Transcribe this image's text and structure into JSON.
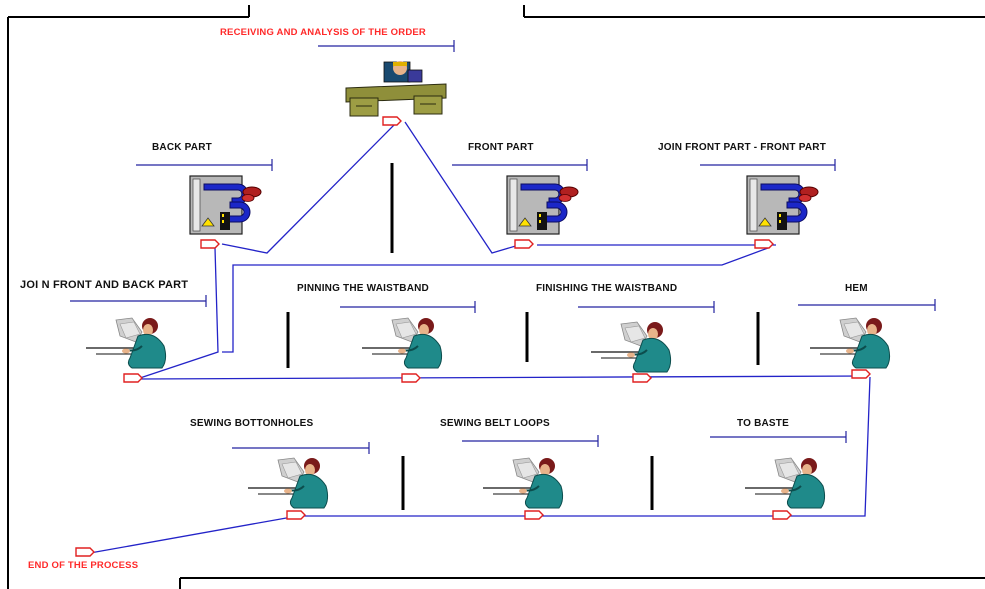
{
  "colors": {
    "flow_line": "#2323c8",
    "station_marker": "#e02020",
    "label_text": "#111111",
    "endpoint_text": "#ff2a2a",
    "worker_shirt": "#1f8a8a",
    "worker_hair": "#7a1a1a",
    "desk": "#8f8f3a",
    "machine_blue": "#1b27c8"
  },
  "labels": {
    "start": "RECEIVING AND ANALYSIS OF THE ORDER",
    "back_part": "BACK PART",
    "front_part": "FRONT PART",
    "join_front_front": "JOIN FRONT PART - FRONT PART",
    "join_front_back": "JOI N FRONT AND BACK PART",
    "pinning_waistband": "PINNING THE WAISTBAND",
    "finishing_waistband": "FINISHING THE WAISTBAND",
    "hem": "HEM",
    "sewing_buttonholes": "SEWING BOTTONHOLES",
    "sewing_belt_loops": "SEWING BELT LOOPS",
    "to_baste": "TO BASTE",
    "end": "END OF THE PROCESS"
  },
  "icons": {
    "reception": "desk-clerk-icon",
    "machine": "sewing-machine-icon",
    "worker": "seated-worker-icon"
  }
}
